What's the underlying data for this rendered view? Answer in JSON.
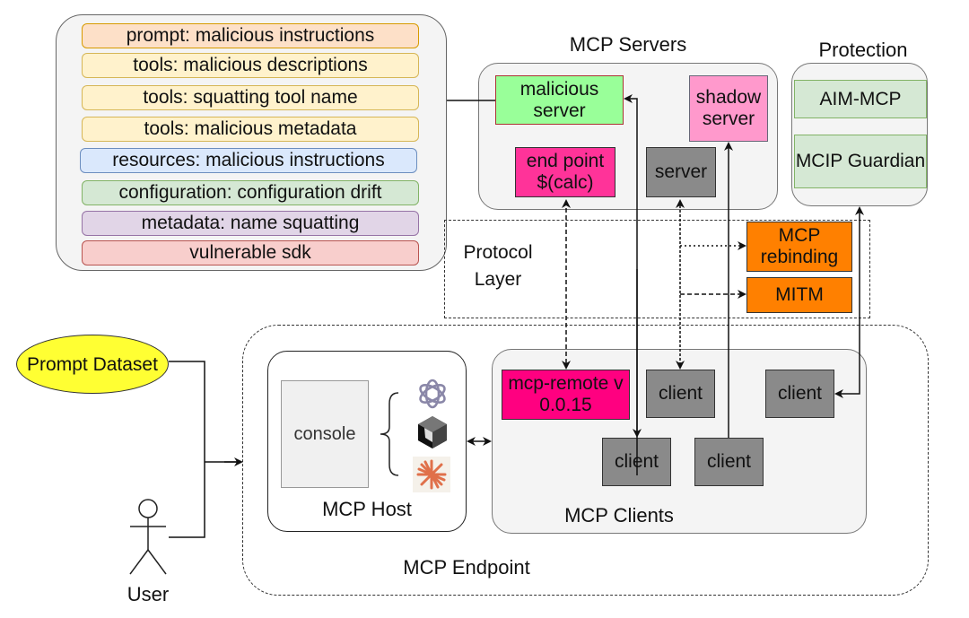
{
  "attack_vectors": [
    {
      "label": "prompt: malicious instructions",
      "fill": "#fde0c8",
      "stroke": "#d79b00"
    },
    {
      "label": "tools: malicious descriptions",
      "fill": "#fff2cc",
      "stroke": "#d6b656"
    },
    {
      "label": "tools: squatting tool name",
      "fill": "#fff2cc",
      "stroke": "#d6b656"
    },
    {
      "label": "tools: malicious metadata",
      "fill": "#fff2cc",
      "stroke": "#d6b656"
    },
    {
      "label": "resources: malicious instructions",
      "fill": "#dae8fc",
      "stroke": "#6c8ebf"
    },
    {
      "label": "configuration: configuration drift",
      "fill": "#d5e8d4",
      "stroke": "#82b366"
    },
    {
      "label": "metadata: name squatting",
      "fill": "#e1d5e7",
      "stroke": "#9673a6"
    },
    {
      "label": "vulnerable sdk",
      "fill": "#f8cecc",
      "stroke": "#b85450"
    }
  ],
  "servers": {
    "title": "MCP Servers",
    "malicious_server": "malicious server",
    "shadow_server": "shadow server",
    "endpoint": "end point $(calc)",
    "server": "server"
  },
  "protection": {
    "title": "Protection",
    "items": [
      "AIM-MCP",
      "MCIP Guardian"
    ]
  },
  "protocol": {
    "label": "Protocol Layer",
    "rebinding": "MCP rebinding",
    "mitm": "MITM"
  },
  "inputs": {
    "prompt_dataset": "Prompt Dataset",
    "user": "User"
  },
  "host": {
    "title": "MCP Host",
    "console": "console",
    "model_icons": [
      "openai-icon",
      "perplexity-icon",
      "claude-icon"
    ]
  },
  "clients": {
    "title": "MCP Clients",
    "mcp_remote": "mcp-remote v 0.0.15",
    "client": "client"
  },
  "endpoint_label": "MCP Endpoint",
  "colors": {
    "malicious_server": "#99ff99",
    "shadow_server": "#ff99cc",
    "endpoint": "#ff3399",
    "mcp_remote": "#ff0080",
    "server_gray": "#8a8a8a",
    "protocol_orange": "#ff8000",
    "protection_green": "#d5e8d4",
    "prompt_dataset": "#ffff33"
  }
}
